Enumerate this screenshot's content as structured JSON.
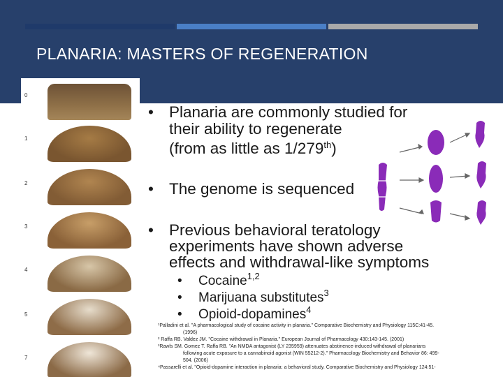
{
  "slide": {
    "title": "PLANARIA: MASTERS OF REGENERATION",
    "colors": {
      "header": "#27406b",
      "accent_dark": "#1f3a6a",
      "accent_blue": "#4a7fc6",
      "accent_gray": "#a9a9a9",
      "worm": "#8a6a3e",
      "diagram": "#8a2bb8"
    }
  },
  "frames": [
    {
      "label": "0"
    },
    {
      "label": "1"
    },
    {
      "label": "2"
    },
    {
      "label": "3"
    },
    {
      "label": "4"
    },
    {
      "label": "5"
    },
    {
      "label": "7"
    }
  ],
  "bullets": {
    "marker": "•",
    "b1": {
      "line1": "Planaria are commonly studied for",
      "line2": "their ability to regenerate",
      "line3": "(from as little as 1/279",
      "line3_sup": "th",
      "line3_end": ")"
    },
    "b2": {
      "line1": "The genome is sequenced"
    },
    "b3": {
      "line1": "Previous behavioral teratology",
      "line2": "experiments have shown adverse",
      "line3": "effects and withdrawal-like symptoms"
    },
    "sub": [
      {
        "text": "Cocaine",
        "sup": "1,2"
      },
      {
        "text": "Marijuana substitutes",
        "sup": "3"
      },
      {
        "text": "Opioid-dopamines",
        "sup": "4"
      }
    ]
  },
  "references": {
    "r1a": "¹Palladini et al. \"A pharmacological study of cocaine activity in planaria.\" Comparative Biochemistry and Physiology 115C:41-45.",
    "r1b": "(1996)",
    "r2": "² Raffa RB. Valdez JM. \"Cocaine withdrawal in Planaria.\" European Journal of Pharmacology 430:143-145. (2001)",
    "r3a": "³Rawls SM. Gomez T. Raffa RB. \"An NMDA antagonist (LY 235959) attenuates abstinence-induced withdrawal of planarians",
    "r3b": "following acute exposure to a cannabinoid agonist (WIN 55212-2).\" Pharmacology Biochemistry and Behavior 86: 499-",
    "r3c": "504. (2006)",
    "r4": "⁴Passarelli et al. \"Opioid-dopamine interaction in planaria: a behavioral study. Comparative Biochemistry and Physiology 124:51-"
  }
}
